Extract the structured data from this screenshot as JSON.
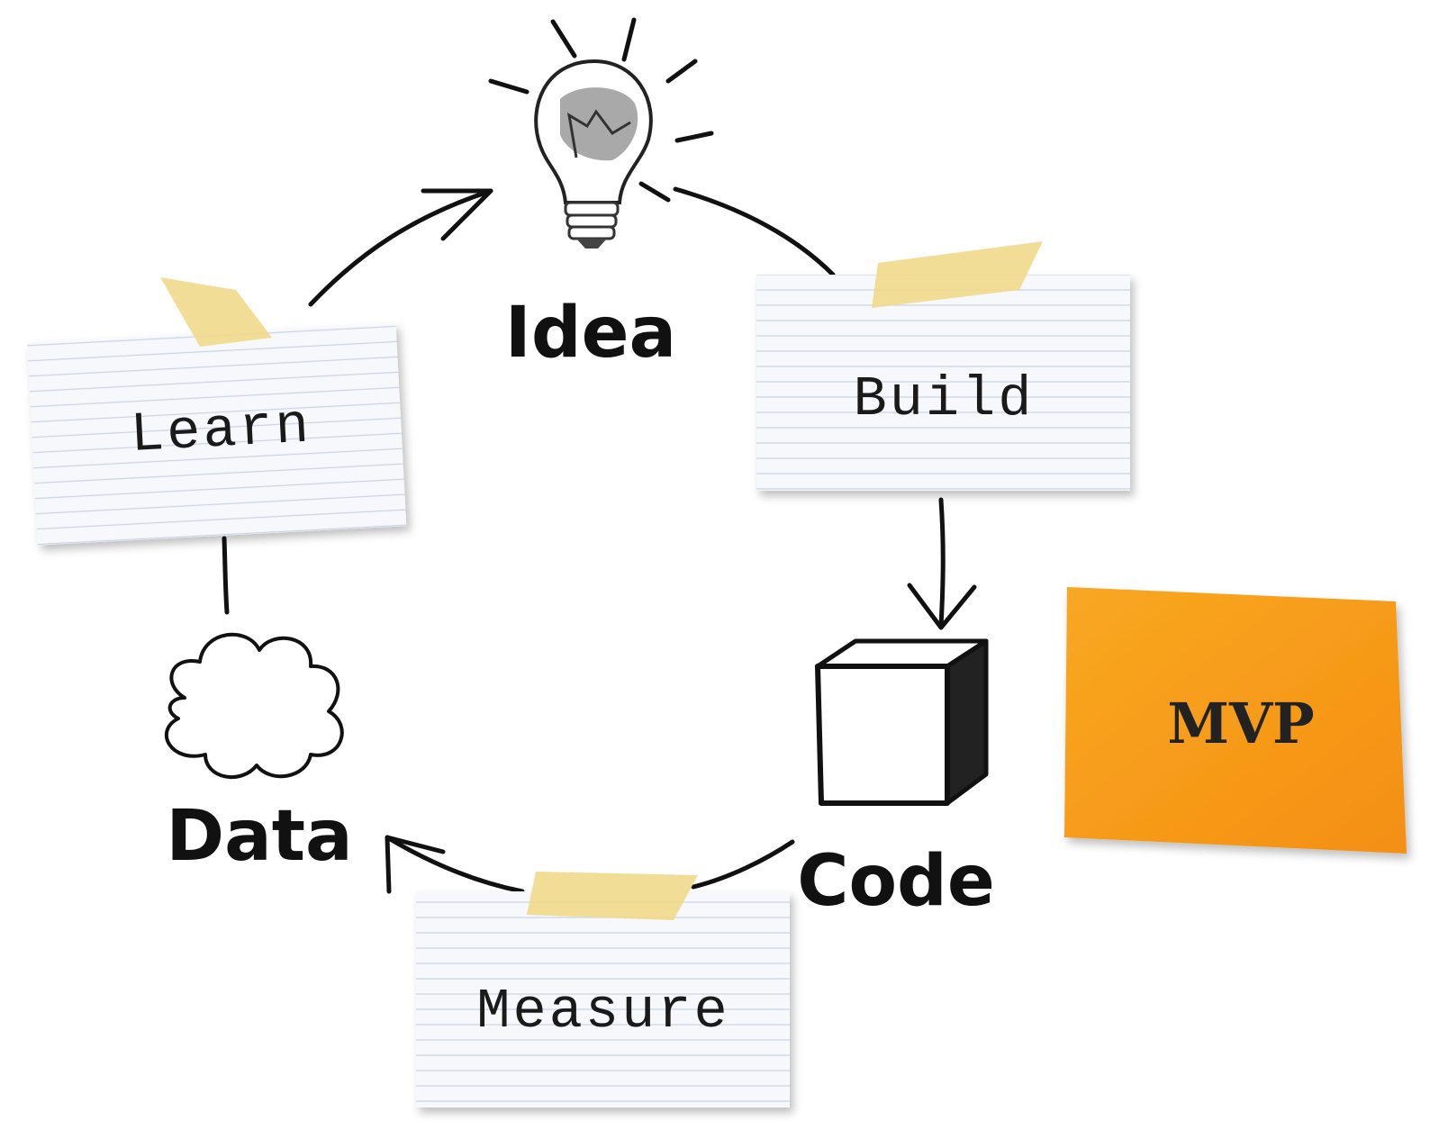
{
  "diagram": {
    "nodes": {
      "idea": "Idea",
      "code": "Code",
      "data": "Data"
    },
    "cards": {
      "learn": "Learn",
      "build": "Build",
      "measure": "Measure"
    },
    "note": {
      "label": "MVP",
      "color": "#f7a21b"
    },
    "colors": {
      "tape": "#efd98a",
      "card": "#f7f8fc",
      "card_rule": "#c9d4e6",
      "ink": "#111111"
    },
    "icons": [
      "lightbulb-icon",
      "cube-icon",
      "cloud-icon"
    ]
  }
}
